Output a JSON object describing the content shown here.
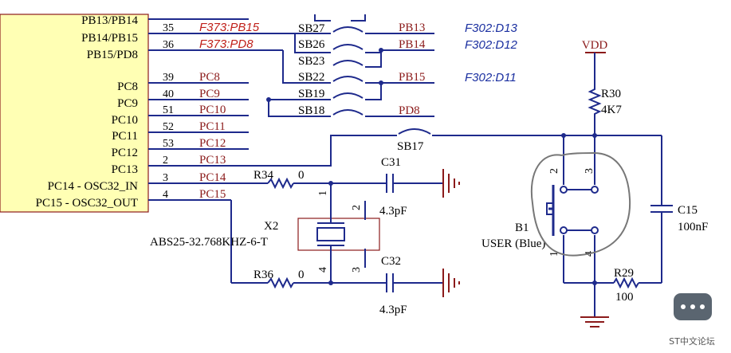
{
  "ic_pins": [
    {
      "name": "PB13/PB14",
      "num": "35",
      "net": "F373:PB15"
    },
    {
      "name": "PB14/PB15",
      "num": "36",
      "net": "F373:PD8"
    },
    {
      "name": "PB15/PD8",
      "num": "",
      "net": ""
    },
    {
      "name": "PC8",
      "num": "39",
      "net": "PC8"
    },
    {
      "name": "PC9",
      "num": "40",
      "net": "PC9"
    },
    {
      "name": "PC10",
      "num": "51",
      "net": "PC10"
    },
    {
      "name": "PC11",
      "num": "52",
      "net": "PC11"
    },
    {
      "name": "PC12",
      "num": "53",
      "net": "PC12"
    },
    {
      "name": "PC13",
      "num": "2",
      "net": "PC13"
    },
    {
      "name": "PC14 - OSC32_IN",
      "num": "3",
      "net": "PC14"
    },
    {
      "name": "PC15 - OSC32_OUT",
      "num": "4",
      "net": "PC15"
    }
  ],
  "solder_bridges": [
    "SB27",
    "SB26",
    "SB23",
    "SB22",
    "SB19",
    "SB18",
    "SB17"
  ],
  "right_nets": [
    "PB13",
    "PB14",
    "PB15",
    "PD8"
  ],
  "f302_labels": [
    "F302:D13",
    "F302:D12",
    "F302:D11"
  ],
  "components": {
    "vdd": "VDD",
    "r30": {
      "ref": "R30",
      "value": "4K7"
    },
    "r34": {
      "ref": "R34",
      "value": "0"
    },
    "r36": {
      "ref": "R36",
      "value": "0"
    },
    "r29": {
      "ref": "R29",
      "value": "100"
    },
    "c31": {
      "ref": "C31",
      "value": "4.3pF"
    },
    "c32": {
      "ref": "C32",
      "value": "4.3pF"
    },
    "c15": {
      "ref": "C15",
      "value": "100nF"
    },
    "x2": {
      "ref": "X2",
      "part": "ABS25-32.768KHZ-6-T"
    },
    "b1": {
      "ref": "B1",
      "part": "USER (Blue)"
    }
  },
  "pin_numbers": {
    "x2_p1": "1",
    "x2_p2": "2",
    "x2_p3": "3",
    "x2_p4": "4",
    "b1_p1": "1",
    "b1_p2": "2",
    "b1_p3": "3",
    "b1_p4": "4"
  },
  "watermark": "ST中文论坛",
  "colors": {
    "ic_fill": "#ffffb4",
    "wire": "#1e2a8c",
    "net_label": "#8b1a1a",
    "power": "#8b1a1a",
    "annotation": "#777777"
  }
}
